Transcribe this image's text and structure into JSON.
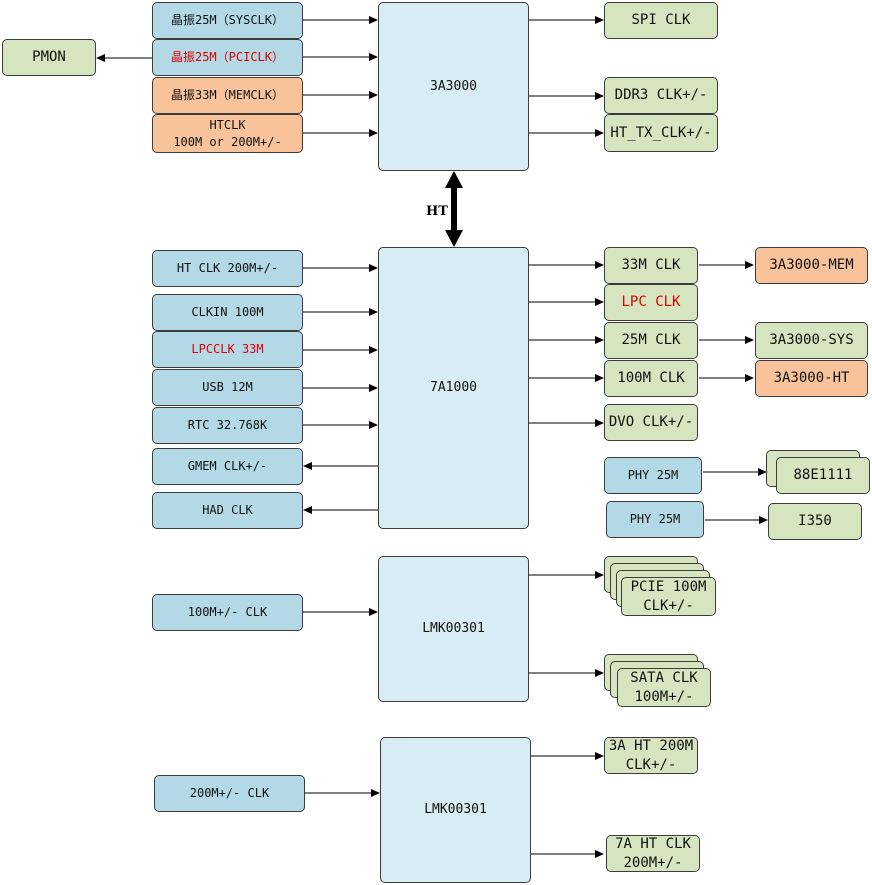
{
  "chips": {
    "cpu": "3A3000",
    "bridge": "7A1000",
    "lmk1": "LMK00301",
    "lmk2": "LMK00301"
  },
  "cpu_inputs": {
    "sysclk": "晶振25M（SYSCLK）",
    "pciclk": "晶振25M（PCICLK）",
    "memclk": "晶振33M（MEMCLK）",
    "htclk": "HTCLK\n100M or 200M+/-"
  },
  "pmon": "PMON",
  "cpu_outputs": {
    "spi": "SPI CLK",
    "ddr3": "DDR3 CLK+/-",
    "httx": "HT_TX_CLK+/-"
  },
  "ht_link": "HT",
  "bridge_inputs": {
    "htclk": "HT CLK 200M+/-",
    "clkin": "CLKIN 100M",
    "lpcclk": "LPCCLK 33M",
    "usb": "USB 12M",
    "rtc": "RTC 32.768K"
  },
  "bridge_outputs_left": {
    "gmem": "GMEM CLK+/-",
    "had": "HAD CLK"
  },
  "bridge_outputs_right": {
    "clk33": "33M CLK",
    "lpc": "LPC CLK",
    "clk25": "25M CLK",
    "clk100": "100M CLK",
    "dvo": "DVO CLK+/-",
    "phy1": "PHY 25M",
    "phy2": "PHY 25M"
  },
  "targets": {
    "mem": "3A3000-MEM",
    "sys": "3A3000-SYS",
    "ht": "3A3000-HT",
    "e1111": "88E1111",
    "i350": "I350"
  },
  "lmk1_io": {
    "input": "100M+/- CLK",
    "pcie": "PCIE 100M\nCLK+/-",
    "sata": "SATA CLK\n100M+/-"
  },
  "lmk2_io": {
    "input": "200M+/- CLK",
    "ht3a": "3A HT 200M\nCLK+/-",
    "ht7a": "7A HT CLK\n200M+/-"
  },
  "colors": {
    "input_blue": "#b3d9e6",
    "output_green": "#d6e4bf",
    "highlight_orange": "#f8c39a",
    "chip_fill": "#d8ecf3",
    "red_text": "#e00000"
  }
}
